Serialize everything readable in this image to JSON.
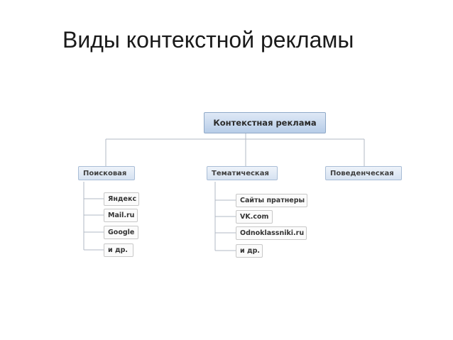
{
  "slide": {
    "title": "Виды контекстной рекламы"
  },
  "diagram": {
    "root": "Контекстная реклама",
    "categories": [
      {
        "label": "Поисковая",
        "children": [
          "Яндекс",
          "Mail.ru",
          "Google",
          "и др."
        ]
      },
      {
        "label": "Тематическая",
        "children": [
          "Сайты пратнеры",
          "VK.com",
          "Odnoklassniki.ru",
          "и др."
        ]
      },
      {
        "label": "Поведенческая",
        "children": []
      }
    ]
  },
  "colors": {
    "root_fill": "#c6d8ee",
    "category_fill": "#dfe8f4",
    "line": "#b0b8c4"
  }
}
